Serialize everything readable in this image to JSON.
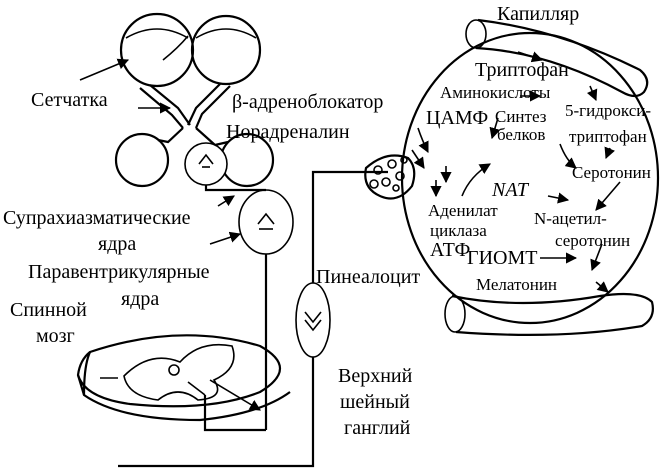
{
  "labels": {
    "capillary": "Капилляр",
    "tryptophan": "Триптофан",
    "amino_acids": "Аминокислоты",
    "camp": "ЦАМФ",
    "protein_synthesis_1": "Синтез",
    "protein_synthesis_2": "белков",
    "hydroxy_1": "5-гидрокси-",
    "hydroxy_2": "триптофан",
    "serotonin": "Серотонин",
    "nat": "NAT",
    "adenylate_1": "Аденилат",
    "adenylate_2": "циклаза",
    "atp": "АТФ",
    "acetyl_1": "N-ацетил-",
    "acetyl_2": "серотонин",
    "hiomt": "ГИОМТ",
    "melatonin": "Мелатонин",
    "retina": "Сетчатка",
    "beta_blocker": "β-адреноблокатор",
    "noradrenaline": "Норадреналин",
    "scn_1": "Супрахиазматические",
    "scn_2": "ядра",
    "pvn_1": "Паравентрикулярные",
    "pvn_2": "ядра",
    "pinealocyte": "Пинеалоцит",
    "spinal_1": "Спинной",
    "spinal_2": "мозг",
    "ganglion_1": "Верхний",
    "ganglion_2": "шейный",
    "ganglion_3": "ганглий"
  }
}
